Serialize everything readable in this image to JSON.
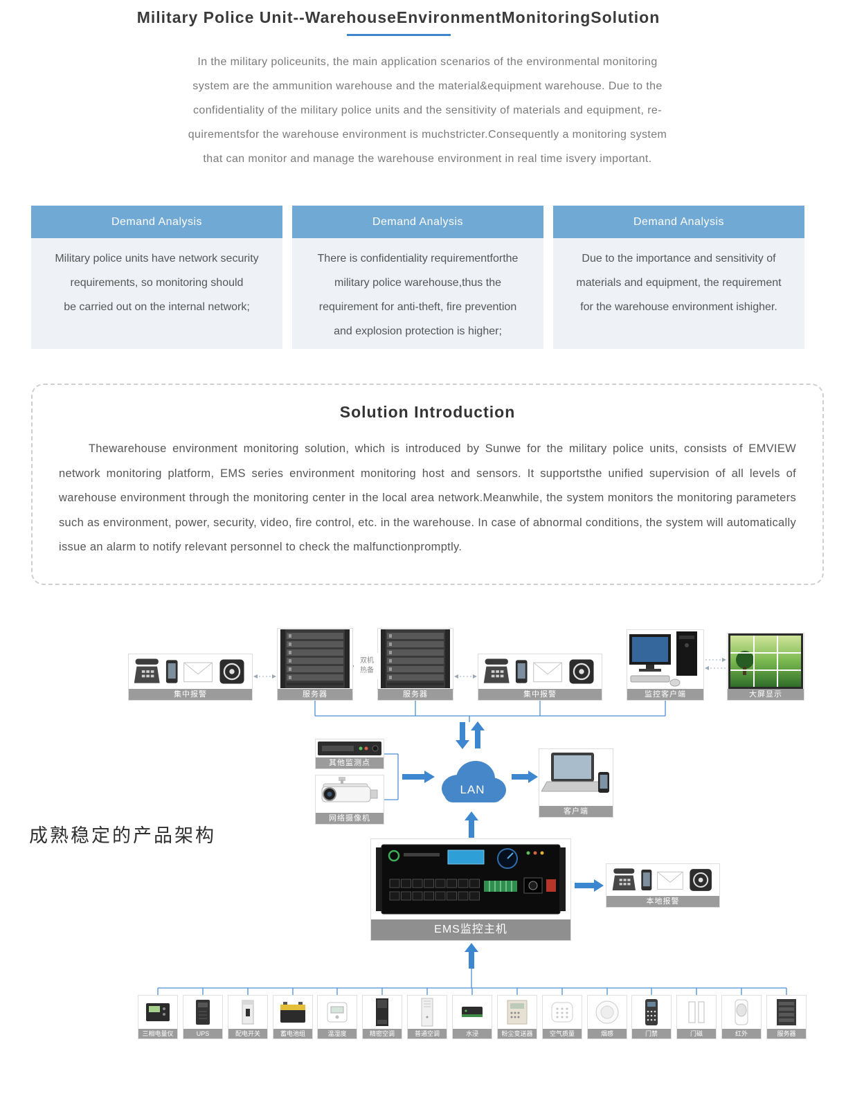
{
  "page_title": "Military Police Unit--WarehouseEnvironmentMonitoringSolution",
  "intro_lines": [
    "In the military policeunits, the main application scenarios of the environmental monitoring",
    "system are the ammunition warehouse and the material&equipment warehouse. Due to the",
    "confidentiality of the military police units and the sensitivity of materials and equipment, re-",
    "quirementsfor the warehouse environment is muchstricter.Consequently a monitoring system",
    "that can monitor and manage the warehouse environment in real time isvery important."
  ],
  "demand_cards": [
    {
      "header": "Demand Analysis",
      "lines": [
        "Military police units have network security",
        "requirements, so monitoring should",
        "be carried out on the internal network;"
      ]
    },
    {
      "header": "Demand Analysis",
      "lines": [
        "There is confidentiality requirementforthe",
        "military police warehouse,thus the",
        "requirement for anti-theft, fire prevention",
        "and explosion protection is higher;"
      ]
    },
    {
      "header": "Demand Analysis",
      "lines": [
        "Due to the importance and sensitivity of",
        "materials and equipment, the requirement",
        "for the warehouse environment ishigher."
      ]
    }
  ],
  "solution": {
    "title": "Solution Introduction",
    "body": "Thewarehouse environment monitoring solution, which is introduced by Sunwe for the military police units, consists of EMVIEW network monitoring platform, EMS series environment monitoring host and sensors. It supportsthe unified supervision of all levels of warehouse environment through the monitoring center in the local area network.Meanwhile, the system monitors the monitoring parameters such as environment, power, security, video, fire control, etc. in the warehouse. In case of abnormal conditions, the system will automatically issue an alarm to notify relevant personnel to check the malfunctionpromptly."
  },
  "architecture": {
    "section_label": "成熟稳定的产品架构",
    "hot_standby": "双机热备",
    "lan": "LAN",
    "devices": {
      "central_alarm_left": "集中报警",
      "server_left": "服务器",
      "server_right": "服务器",
      "central_alarm_right": "集中报警",
      "monitor_client": "监控客户端",
      "big_screen": "大屏显示",
      "other_monitoring": "其他监测点",
      "network_camera": "网络摄像机",
      "client": "客户端",
      "ems_host": "EMS监控主机",
      "local_alarm": "本地报警"
    },
    "sensors": [
      "三相电量仪",
      "UPS",
      "配电开关",
      "蓄电池组",
      "温湿度",
      "精密空调",
      "普通空调",
      "水浸",
      "粉尘变送器",
      "空气质量",
      "烟感",
      "门禁",
      "门磁",
      "红外",
      "服务器"
    ]
  },
  "colors": {
    "accent_blue": "#3e86cb",
    "card_header_blue": "#70a9d3",
    "card_body_gray": "#eef2f7",
    "label_bar_gray": "#9b9b9b",
    "cloud_blue": "#4587c8"
  }
}
